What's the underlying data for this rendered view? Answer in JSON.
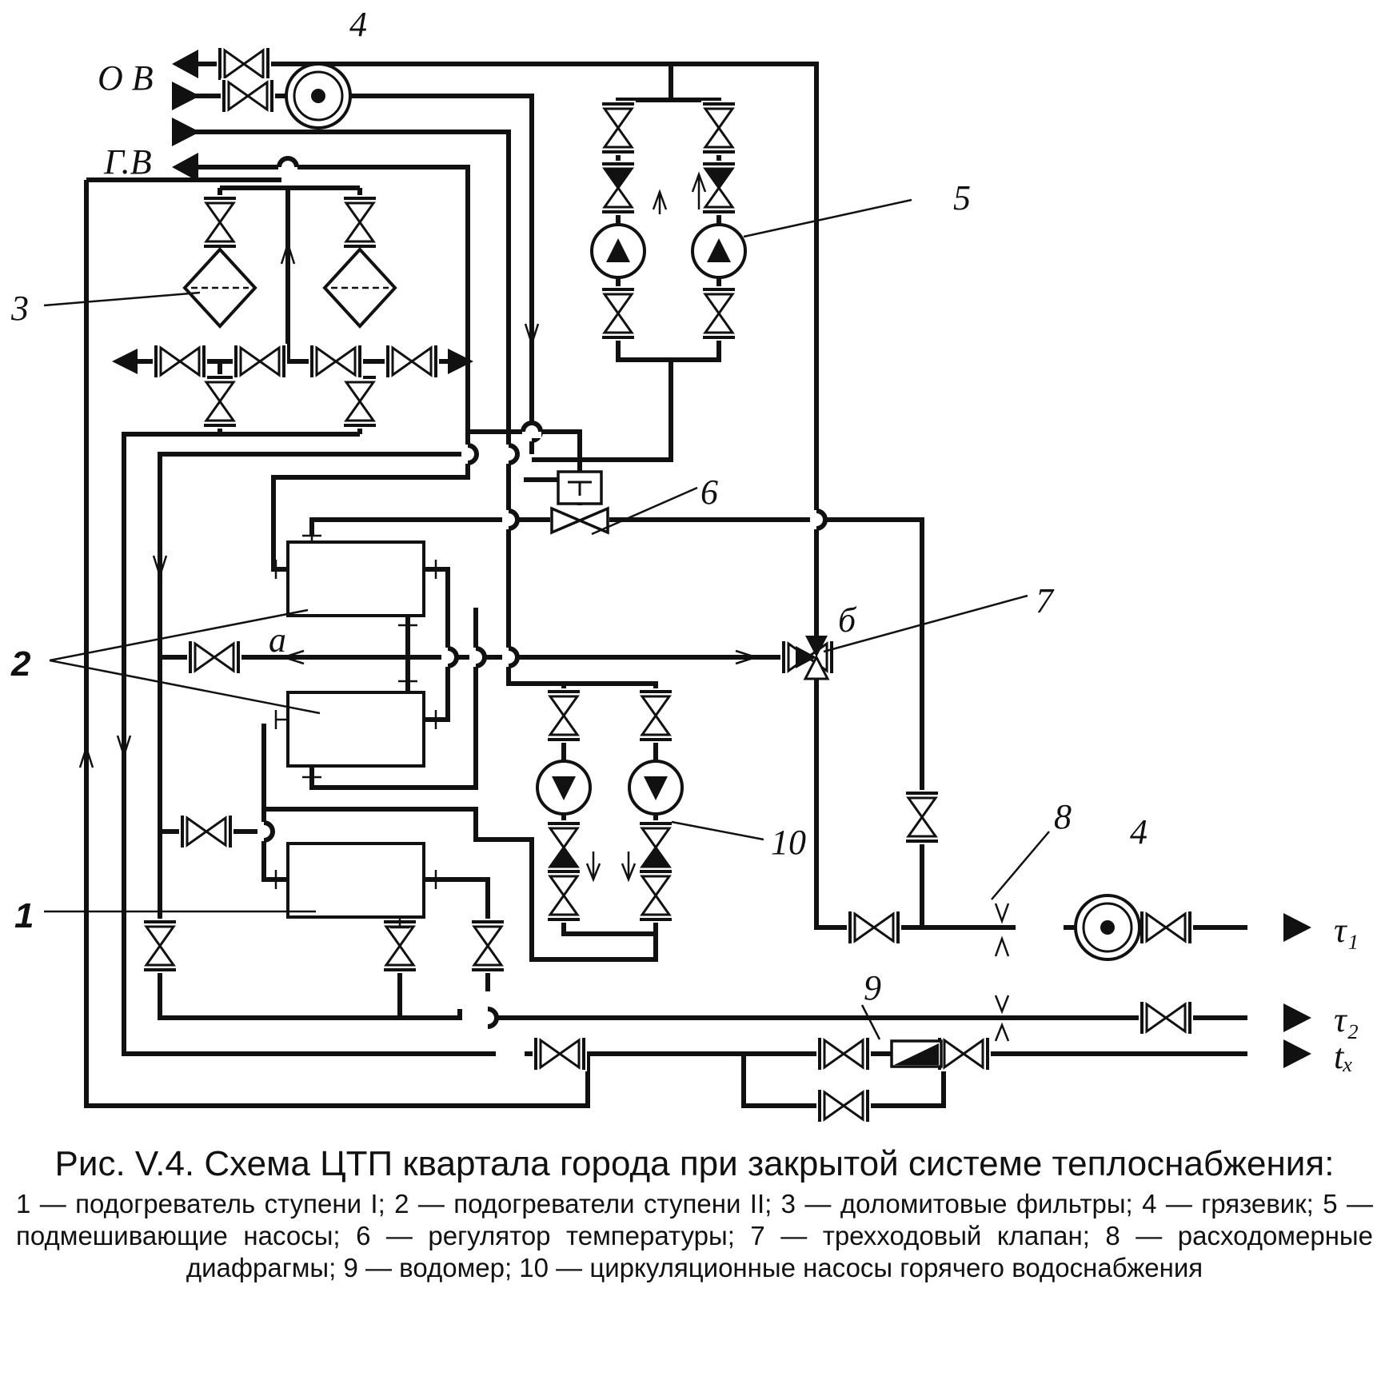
{
  "labels": {
    "ov": "О В",
    "gv": "Г.В",
    "tau1": "τ₁",
    "tau2": "τ₂",
    "tx": "tₓ",
    "a": "а",
    "b": "б",
    "n1": "1",
    "n2": "2",
    "n3": "3",
    "n4_top": "4",
    "n4_right": "4",
    "n5": "5",
    "n6": "6",
    "n7": "7",
    "n8": "8",
    "n9": "9",
    "n10": "10"
  },
  "caption": {
    "title": "Рис. V.4. Схема ЦТП квартала города при закрытой системе теплоснабжения:",
    "legend": "1 — подогреватель ступени I; 2 — подогреватели ступени II; 3 — доломитовые фильтры; 4 — грязевик; 5 — подмешивающие насосы; 6 — регулятор температуры; 7 — трехходовый клапан; 8 — расходомерные диафрагмы; 9 — водомер; 10 — циркуляционные насосы горячего водоснабжения"
  }
}
